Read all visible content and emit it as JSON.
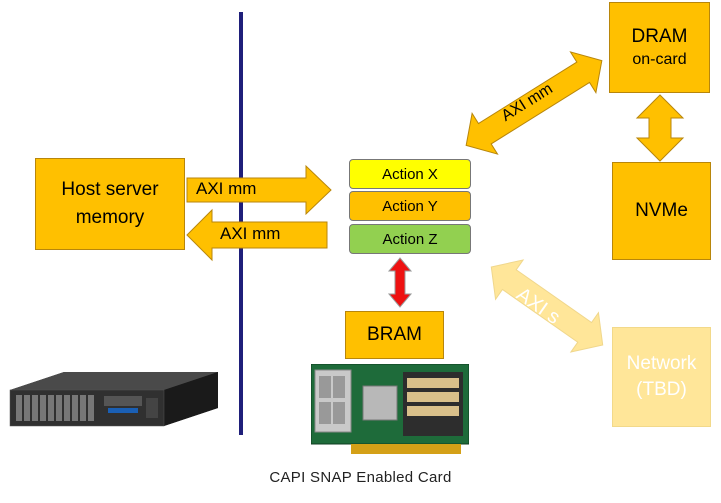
{
  "colors": {
    "orange": "#ffc000",
    "yellow": "#ffff00",
    "green": "#92d050",
    "faded": "#ffe699",
    "divider": "#1f1f7a",
    "red_arrow": "#ee1111"
  },
  "host_box": {
    "line1": "Host server",
    "line2": "memory"
  },
  "arrows": {
    "axi_mm_right": "AXI mm",
    "axi_mm_left": "AXI mm",
    "axi_mm_dram": "AXI mm",
    "axi_s_network": "AXI s"
  },
  "actions": [
    {
      "label": "Action X"
    },
    {
      "label": "Action Y"
    },
    {
      "label": "Action Z"
    }
  ],
  "bram": "BRAM",
  "dram": {
    "line1": "DRAM",
    "line2": "on-card"
  },
  "nvme": "NVMe",
  "network": {
    "line1": "Network",
    "line2": "(TBD)"
  },
  "caption": "CAPI SNAP Enabled Card",
  "images": {
    "server": "server-rack-photo",
    "card": "fpga-card-photo"
  }
}
